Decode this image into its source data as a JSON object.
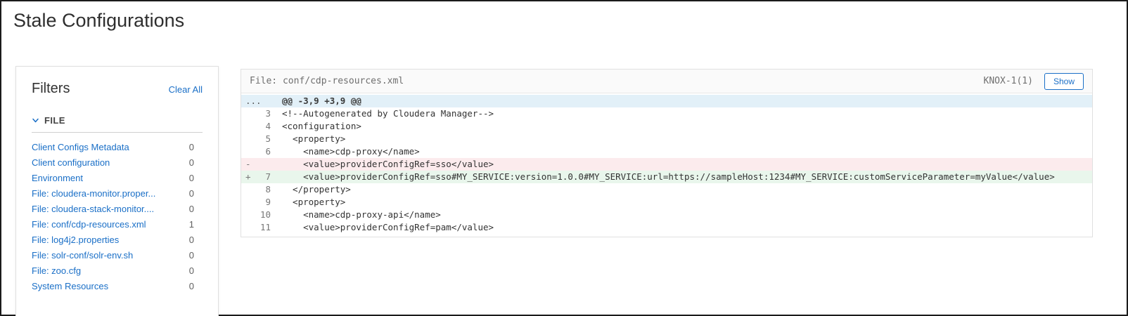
{
  "page": {
    "title": "Stale Configurations"
  },
  "colors": {
    "accent_blue": "#1a6fc7",
    "diff_hunk_bg": "#e2f0f8",
    "diff_removed_bg": "#fcebed",
    "diff_added_bg": "#e9f6ec"
  },
  "filters": {
    "title": "Filters",
    "clear_all_label": "Clear All",
    "sections": [
      {
        "label": "FILE",
        "items": [
          {
            "label": "Client Configs Metadata",
            "count": "0"
          },
          {
            "label": "Client configuration",
            "count": "0"
          },
          {
            "label": "Environment",
            "count": "0"
          },
          {
            "label": "File: cloudera-monitor.proper...",
            "count": "0"
          },
          {
            "label": "File: cloudera-stack-monitor....",
            "count": "0"
          },
          {
            "label": "File: conf/cdp-resources.xml",
            "count": "1"
          },
          {
            "label": "File: log4j2.properties",
            "count": "0"
          },
          {
            "label": "File: solr-conf/solr-env.sh",
            "count": "0"
          },
          {
            "label": "File: zoo.cfg",
            "count": "0"
          },
          {
            "label": "System Resources",
            "count": "0"
          }
        ]
      }
    ]
  },
  "diff": {
    "file_label": "File: conf/cdp-resources.xml",
    "badge": "KNOX-1(1)",
    "show_button_label": "Show",
    "hunk": {
      "gutter": "...",
      "text": "@@ -3,9 +3,9 @@"
    },
    "lines": [
      {
        "num": "3",
        "sign": "",
        "type": "context",
        "text": "<!--Autogenerated by Cloudera Manager-->"
      },
      {
        "num": "4",
        "sign": "",
        "type": "context",
        "text": "<configuration>"
      },
      {
        "num": "5",
        "sign": "",
        "type": "context",
        "text": "  <property>"
      },
      {
        "num": "6",
        "sign": "",
        "type": "context",
        "text": "    <name>cdp-proxy</name>"
      },
      {
        "num": "",
        "sign": "-",
        "type": "removed",
        "text": "    <value>providerConfigRef=sso</value>"
      },
      {
        "num": "7",
        "sign": "+",
        "type": "added",
        "text": "    <value>providerConfigRef=sso#MY_SERVICE:version=1.0.0#MY_SERVICE:url=https://sampleHost:1234#MY_SERVICE:customServiceParameter=myValue</value>"
      },
      {
        "num": "8",
        "sign": "",
        "type": "context",
        "text": "  </property>"
      },
      {
        "num": "9",
        "sign": "",
        "type": "context",
        "text": "  <property>"
      },
      {
        "num": "10",
        "sign": "",
        "type": "context",
        "text": "    <name>cdp-proxy-api</name>"
      },
      {
        "num": "11",
        "sign": "",
        "type": "context",
        "text": "    <value>providerConfigRef=pam</value>"
      }
    ]
  }
}
